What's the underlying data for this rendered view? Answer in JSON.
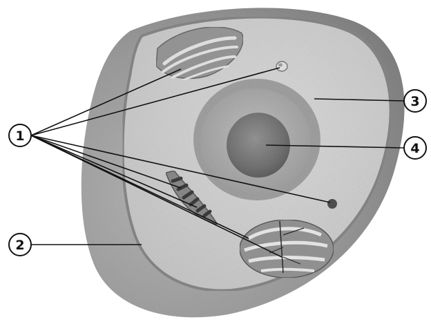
{
  "markers": {
    "m1": "1",
    "m2": "2",
    "m3": "3",
    "m4": "4"
  },
  "colors": {
    "outer_shell": "#9a9a9a",
    "cytoplasm": "#d8d8d8",
    "membrane_rim": "#8c8c8c",
    "nucleus_envelope": "#a8a8a8",
    "nucleus_inner": "#bdbdbd",
    "nucleolus": "#7a7a7a",
    "line": "#111111"
  },
  "icons": {
    "cell": "animal-cell-cross-section",
    "organelles": [
      "golgi-apparatus",
      "vesicle",
      "ribosome",
      "rough-er",
      "mitochondrion"
    ]
  }
}
